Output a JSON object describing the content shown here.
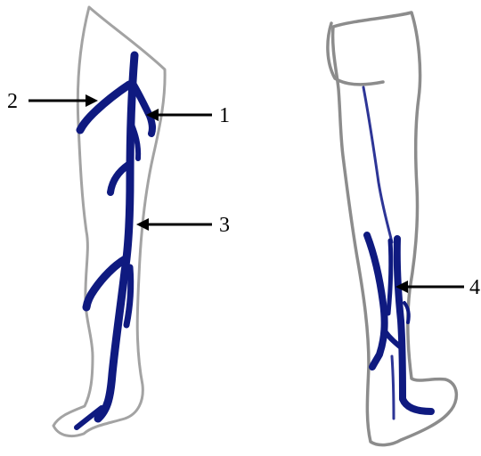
{
  "labels": {
    "l1": "1",
    "l2": "2",
    "l3": "3",
    "l4": "4"
  },
  "colors": {
    "vein": "#0f1a80",
    "vein_thin": "#2d3596",
    "outline": "#a3a3a3",
    "arrow": "#000000"
  }
}
